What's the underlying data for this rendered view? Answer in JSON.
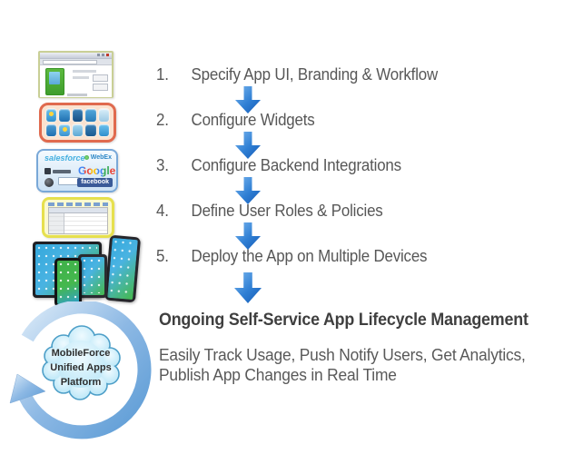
{
  "slide": {
    "background": "#ffffff"
  },
  "steps": [
    {
      "num": "1.",
      "label": "Specify App UI, Branding & Workflow"
    },
    {
      "num": "2.",
      "label": "Configure Widgets"
    },
    {
      "num": "3.",
      "label": "Configure Backend Integrations"
    },
    {
      "num": "4.",
      "label": "Define User Roles & Policies"
    },
    {
      "num": "5.",
      "label": "Deploy the App on Multiple Devices"
    }
  ],
  "ongoing": {
    "title": "Ongoing Self-Service App Lifecycle Management",
    "line1": "Easily Track Usage, Push Notify Users, Get Analytics,",
    "line2": "Publish App Changes in Real Time"
  },
  "platform": {
    "line1": "MobileForce",
    "line2": "Unified Apps",
    "line3": "Platform"
  },
  "integrations": {
    "salesforce": "salesforce",
    "webex": "WebEx",
    "google": "Google",
    "facebook": "facebook"
  },
  "colors": {
    "step_text": "#575757",
    "heading_text": "#3f3f3f",
    "arrow_blue_light": "#79b5ee",
    "arrow_blue_dark": "#1459b4",
    "cloud_fill": "#c9eefb",
    "cloud_stroke": "#4e9fc8",
    "ring_light": "#d6e6f7",
    "ring_dark": "#5b9bd5"
  }
}
